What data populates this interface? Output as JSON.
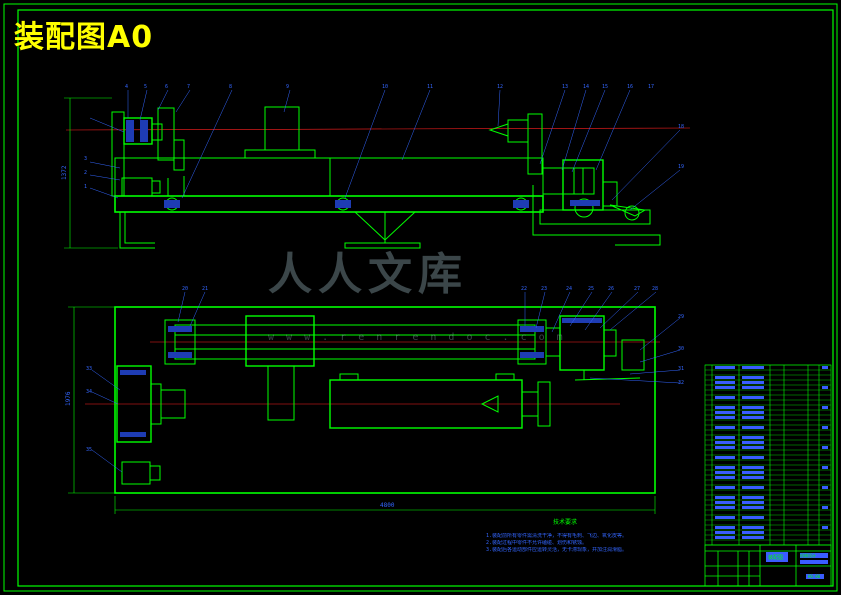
{
  "title": "装配图A0",
  "watermark": {
    "text": "人人文库",
    "url": "w w w . r e n r e n d o c . c o m"
  },
  "colors": {
    "outline": "#00ff00",
    "center_line": "#ff2020",
    "leader": "#3366ff",
    "title": "#ffff00",
    "hatch": "#3366ff"
  },
  "balloons_top": [
    "4",
    "5",
    "6",
    "7",
    "8",
    "9",
    "10",
    "11",
    "12",
    "13",
    "14",
    "15",
    "16",
    "17",
    "18",
    "19"
  ],
  "balloons_top_left": [
    "3",
    "2",
    "1"
  ],
  "balloons_bottom": [
    "20",
    "21",
    "22",
    "23",
    "24",
    "25",
    "26",
    "27",
    "28",
    "29",
    "30",
    "31",
    "32",
    "33",
    "34",
    "35"
  ],
  "dims": {
    "top_height": "1372",
    "bottom_height": "1976",
    "length": "4800"
  },
  "tech_req_title": "技术要求",
  "notes": [
    "1.装配前所有零件需清洗干净，不得有毛刺、飞边、氧化皮等。",
    "2.装配过程中零件不允许磕碰、划伤和锈蚀。",
    "3.装配后各运动部件应运转灵活，无卡滞现象，并加注润滑脂。"
  ],
  "title_block": {
    "name": "装配图",
    "company": "机械设计",
    "drawing_no": "HQ-00"
  }
}
